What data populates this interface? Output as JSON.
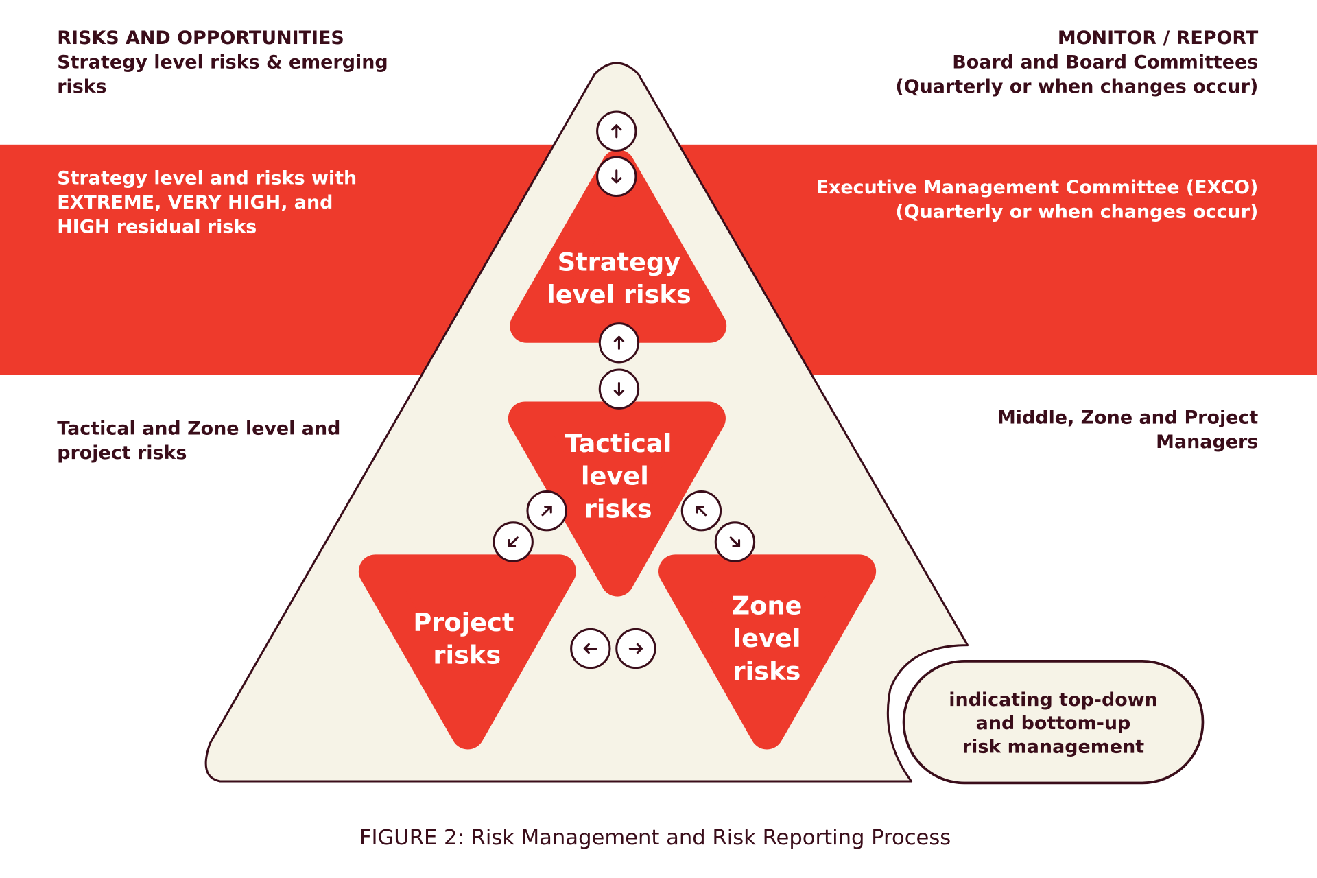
{
  "colors": {
    "red": "#EE3A2C",
    "dark": "#3A0D1A",
    "cream": "#F6F3E7"
  },
  "left": {
    "top": {
      "title": "RISKS AND OPPORTUNITIES",
      "line1": "Strategy level risks & emerging",
      "line2": "risks"
    },
    "band": {
      "line1": "Strategy level and risks with",
      "line2": "EXTREME, VERY HIGH, and",
      "line3": "HIGH residual risks"
    },
    "bottom": {
      "line1": "Tactical and Zone level and",
      "line2": "project risks"
    }
  },
  "right": {
    "top": {
      "title": "MONITOR / REPORT",
      "line1": "Board and Board Committees",
      "line2": "(Quarterly or when changes occur)"
    },
    "band": {
      "line1": "Executive Management Committee (EXCO)",
      "line2": "(Quarterly or when changes occur)"
    },
    "bottom": {
      "line1": "Middle, Zone and Project",
      "line2": "Managers"
    }
  },
  "shapes": {
    "strategy": [
      "Strategy",
      "level risks"
    ],
    "tactical": [
      "Tactical",
      "level",
      "risks"
    ],
    "project": [
      "Project",
      "risks"
    ],
    "zone": [
      "Zone",
      "level",
      "risks"
    ]
  },
  "bubble": [
    "indicating top-down",
    "and bottom-up",
    "risk management"
  ],
  "caption": "FIGURE 2: Risk Management and Risk Reporting Process"
}
